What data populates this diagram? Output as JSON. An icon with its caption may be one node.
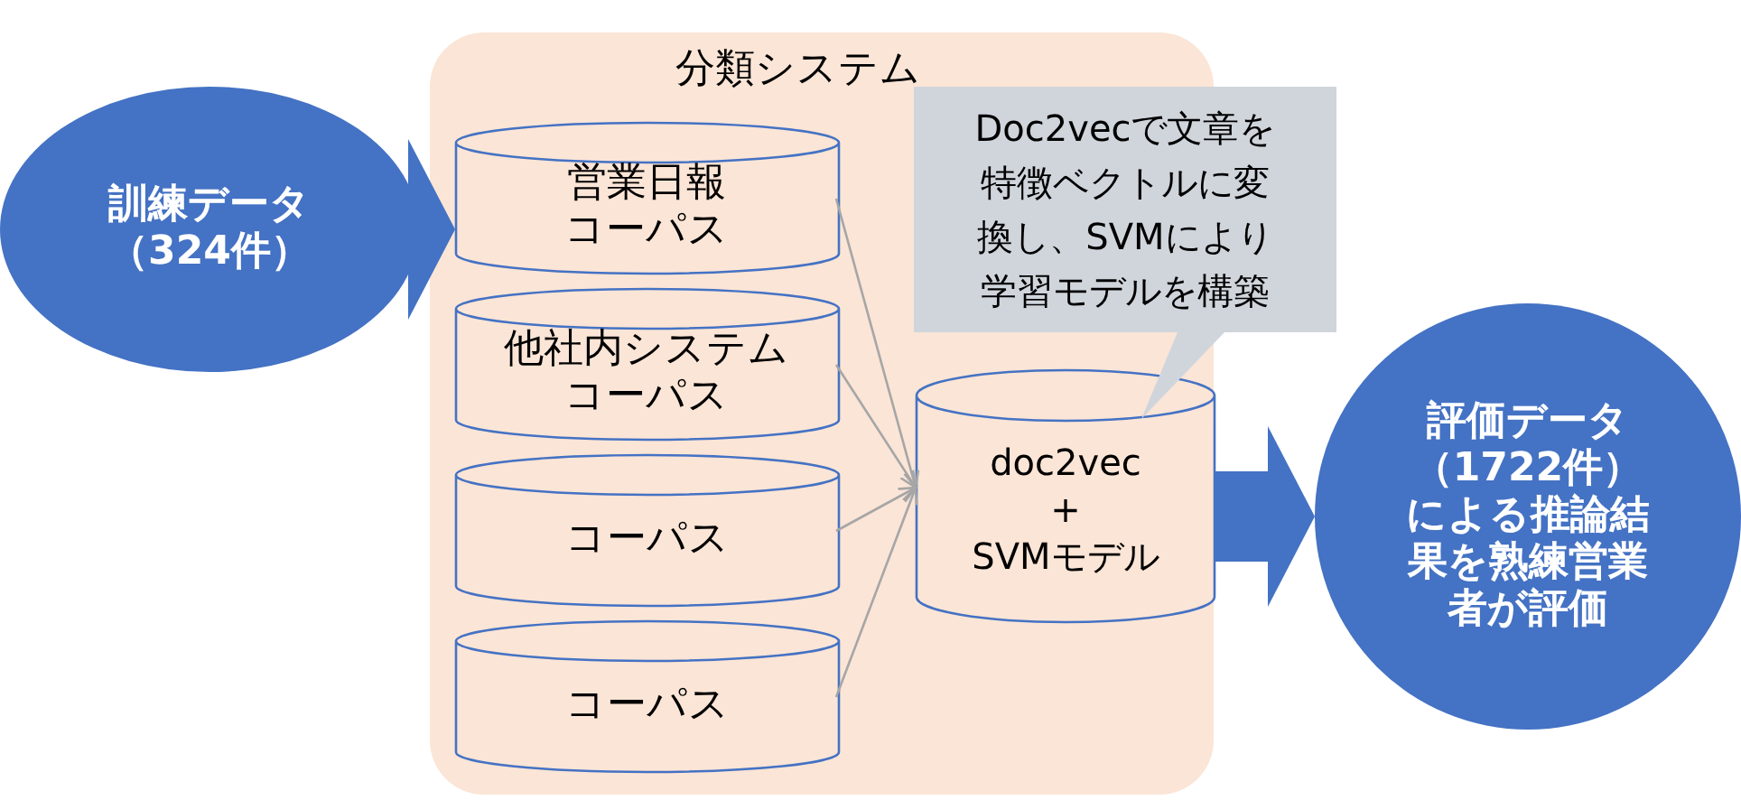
{
  "diagram": {
    "nodes": [
      {
        "text": [
          "訓練データ（324件）"
        ]
      },
      {
        "text": [
          "分類システム"
        ]
      },
      {
        "text": [
          "営業日報コーパス"
        ],
        "in": 1
      },
      {
        "text": [
          "他社内システムコーパス"
        ],
        "in": 1
      },
      {
        "text": [
          "コーパス"
        ],
        "in": 1
      },
      {
        "text": [
          "コーパス"
        ],
        "in": 1
      },
      {
        "text": [
          "Doc2vecで文章を特徴ベクトルに変換し、SVMにより学習モデルを構築"
        ]
      },
      {
        "text": [
          "doc2vec + SVMモデル"
        ],
        "in": 1
      },
      {
        "text": [
          "評価データ（1722件）による推論結果を熟練営業者が評価"
        ]
      }
    ],
    "edges": [
      {
        "from": 0,
        "to": 2,
        "arrow": "to",
        "style": "thick",
        "color": "#4472c4"
      },
      {
        "from": 2,
        "to": 7,
        "arrow": "to"
      },
      {
        "from": 3,
        "to": 7,
        "arrow": "to"
      },
      {
        "from": 4,
        "to": 7,
        "arrow": "to"
      },
      {
        "from": 5,
        "to": 7,
        "arrow": "to"
      },
      {
        "from": 1,
        "to": 8,
        "arrow": "to",
        "style": "thick",
        "color": "#4472c4"
      }
    ]
  }
}
